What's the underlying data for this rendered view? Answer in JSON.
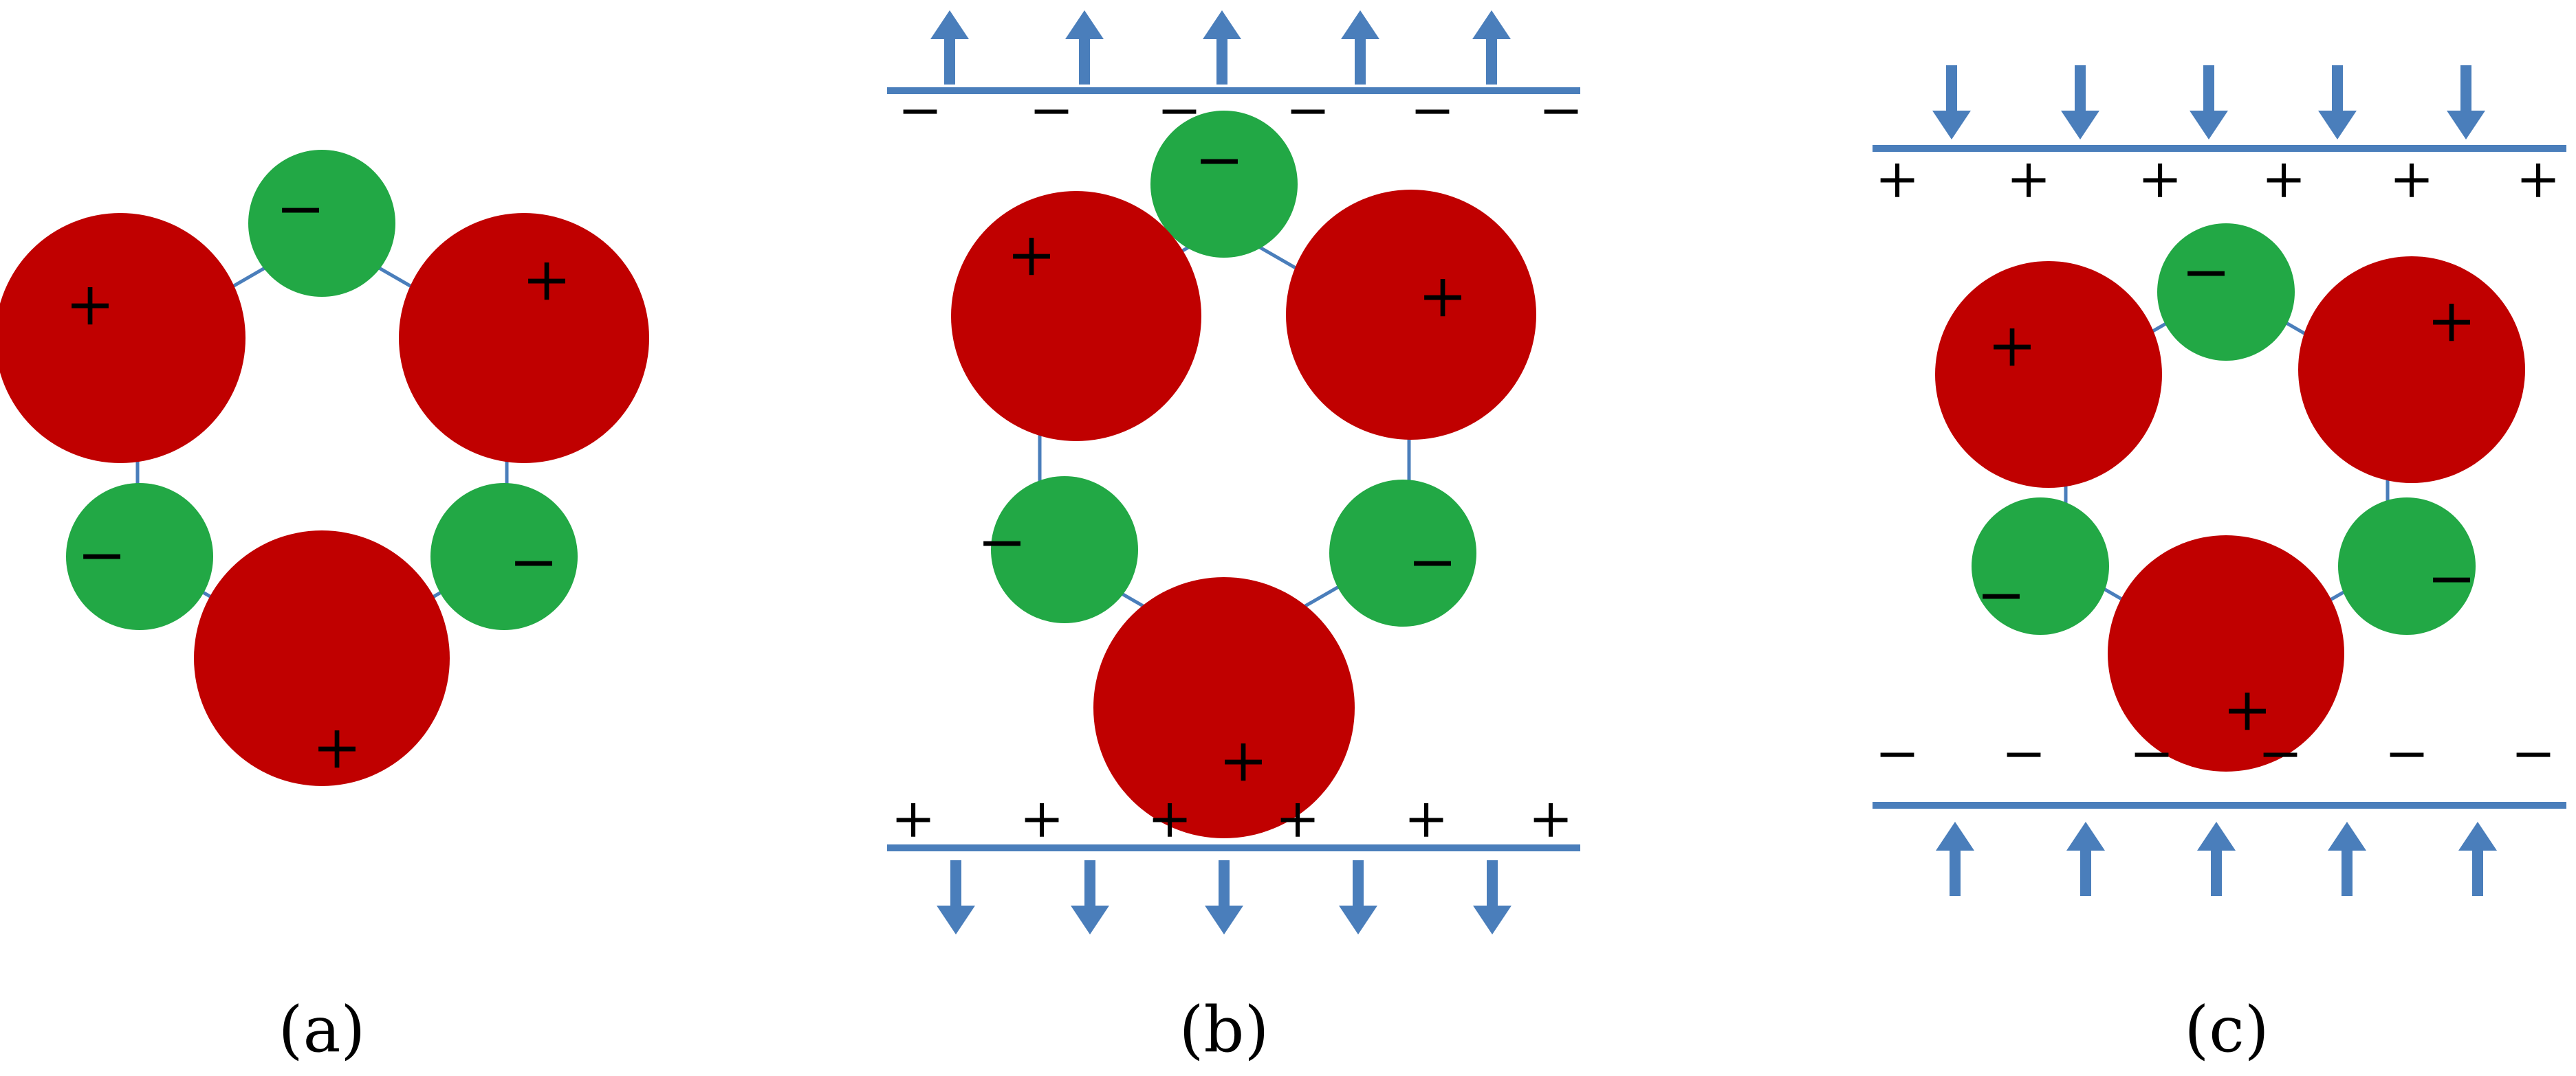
{
  "panels": [
    {
      "label": "(a)",
      "atoms": {
        "top": "−",
        "upper_left": "+",
        "upper_right": "+",
        "lower_left": "−",
        "lower_right": "−",
        "bottom": "+"
      }
    },
    {
      "label": "(b)",
      "atoms": {
        "top": "−",
        "upper_left": "+",
        "upper_right": "+",
        "lower_left": "−",
        "lower_right": "−",
        "bottom": "+"
      },
      "top_plate": {
        "arrow_direction": "up",
        "charges": [
          "−",
          "−",
          "−",
          "−",
          "−",
          "−"
        ]
      },
      "bottom_plate": {
        "arrow_direction": "down",
        "charges": [
          "+",
          "+",
          "+",
          "+",
          "+",
          "+"
        ]
      }
    },
    {
      "label": "(c)",
      "atoms": {
        "top": "−",
        "upper_left": "+",
        "upper_right": "+",
        "lower_left": "−",
        "lower_right": "−",
        "bottom": "+"
      },
      "top_plate": {
        "arrow_direction": "down",
        "charges": [
          "+",
          "+",
          "+",
          "+",
          "+",
          "+"
        ]
      },
      "bottom_plate": {
        "arrow_direction": "up",
        "charges": [
          "−",
          "−",
          "−",
          "−",
          "−",
          "−"
        ]
      }
    }
  ],
  "colors": {
    "positive_ion": "#C00000",
    "negative_ion": "#22A845",
    "field_blue": "#4A7EBB",
    "charge_text": "#000000"
  }
}
